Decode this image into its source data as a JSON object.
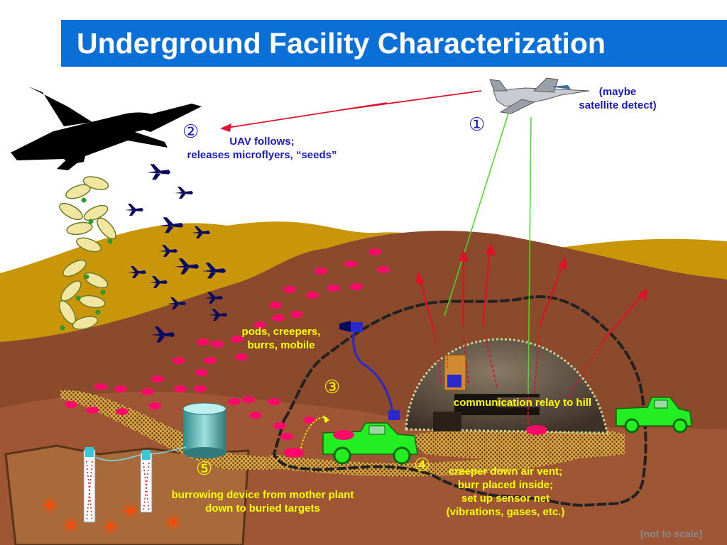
{
  "title": "Underground Facility Characterization",
  "steps": [
    {
      "marker": "①",
      "text": "(maybe\nsatellite detect)"
    },
    {
      "marker": "②",
      "text": "UAV follows;\nreleases microflyers, “seeds”"
    },
    {
      "marker": "③",
      "text": "pods, creepers,\nburrs, mobile"
    },
    {
      "marker": "④",
      "text": "creeper down air vent;\nburr placed inside;\nset up sensor net\n(vibrations, gases, etc.)"
    },
    {
      "marker": "⑤",
      "text": "burrowing device from mother plant\ndown to buried targets"
    }
  ],
  "relay_label": "communication relay to hill",
  "scale_note": "[not to scale]",
  "colors": {
    "title_bar": "#0a6fd6",
    "label_blue": "#1a1ac0",
    "label_yellow": "#ffff00",
    "sky": "#ffffff",
    "far_hills": "#c9960a",
    "near_ground": "#a0522d",
    "hill": "#8b4a2b",
    "pods": "#ff0a6a",
    "trucks": "#22ee22",
    "microflyers": "#0a0a60",
    "signal_lines": "#e0102a",
    "relay_lines": "#44dd22"
  },
  "icons": [
    "jet-aircraft-icon",
    "uav-icon",
    "microflyer-icon",
    "seed-pod-icon",
    "pickup-truck-icon",
    "sensor-relay-icon",
    "bunker-dome-icon",
    "burrow-tube-icon",
    "target-star-icon"
  ]
}
